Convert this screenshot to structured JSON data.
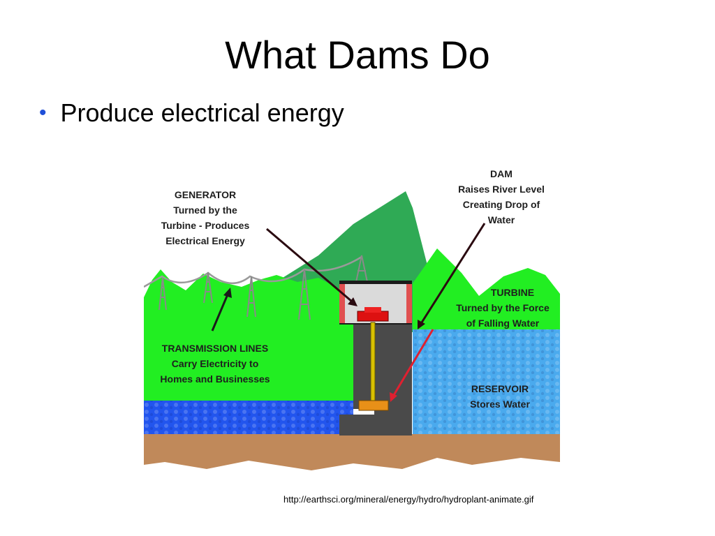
{
  "slide": {
    "title": "What Dams Do",
    "bullet": "Produce electrical energy"
  },
  "diagram": {
    "labels": {
      "generator": [
        "GENERATOR",
        "Turned by the",
        "Turbine - Produces",
        "Electrical Energy"
      ],
      "dam": [
        "DAM",
        "Raises River Level",
        "Creating Drop of",
        "Water"
      ],
      "turbine": [
        "TURBINE",
        "Turned by the Force",
        "of Falling Water"
      ],
      "transmission": [
        "TRANSMISSION LINES",
        "Carry Electricity to",
        "Homes and Businesses"
      ],
      "reservoir": [
        "RESERVOIR",
        "Stores Water"
      ]
    },
    "colors": {
      "mountain_green": "#2faa55",
      "hill_green": "#22ee22",
      "water_blue": "#2255ee",
      "reservoir_blue": "#4aaaee",
      "soil_brown": "#c0895a",
      "dam_gray": "#4a4a4a",
      "arrow_dark": "#2a0a10",
      "arrow_red": "#e02030"
    }
  },
  "source_url": "http://earthsci.org/mineral/energy/hydro/hydroplant-animate.gif"
}
